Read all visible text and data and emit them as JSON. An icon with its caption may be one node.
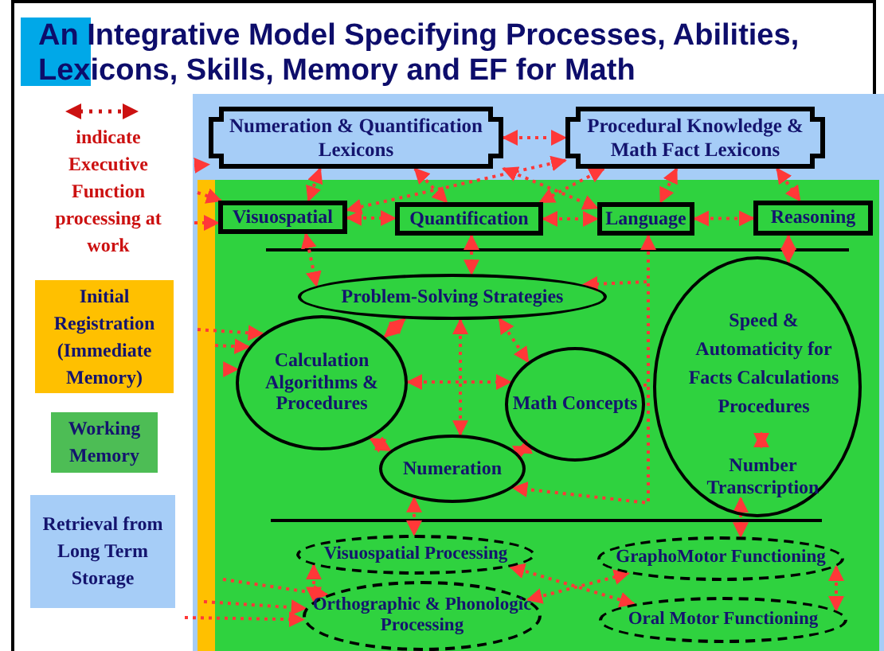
{
  "diagram": {
    "title": "An Integrative Model Specifying Processes, Abilities, Lexicons, Skills, Memory and EF for Math",
    "nodes": [
      {
        "text": [
          "Numeration & Quantification Lexicons"
        ]
      },
      {
        "text": [
          "Procedural Knowledge & Math Fact Lexicons"
        ]
      },
      {
        "text": [
          "Visuospatial"
        ]
      },
      {
        "text": [
          "Quantification"
        ]
      },
      {
        "text": [
          "Language"
        ]
      },
      {
        "text": [
          "Reasoning"
        ]
      },
      {
        "text": [
          "Problem-Solving Strategies"
        ]
      },
      {
        "text": [
          "Calculation Algorithms & Procedures"
        ]
      },
      {
        "text": [
          "Math Concepts"
        ]
      },
      {
        "text": [
          "Numeration"
        ]
      },
      {
        "text": [],
        "shape": "ellipse"
      },
      {
        "text": [
          "Speed & Automaticity for Facts Calculations Procedures"
        ],
        "in": 10
      },
      {
        "text": [
          "Number Transcription"
        ],
        "in": 10
      },
      {
        "text": [
          "Visuospatial Processing"
        ]
      },
      {
        "text": [
          "Orthographic & Phonologic Processing"
        ]
      },
      {
        "text": [
          "GraphoMotor Functioning"
        ]
      },
      {
        "text": [
          "Oral Motor Functioning"
        ]
      }
    ],
    "edges": [
      {
        "from": 0,
        "to": 1,
        "arrow": "both"
      },
      {
        "from": 0,
        "to": 2,
        "arrow": "both"
      },
      {
        "from": 0,
        "to": 3,
        "arrow": "both"
      },
      {
        "from": 0,
        "to": 4,
        "arrow": "both"
      },
      {
        "from": 1,
        "to": 2,
        "arrow": "both"
      },
      {
        "from": 1,
        "to": 3,
        "arrow": "both"
      },
      {
        "from": 1,
        "to": 4,
        "arrow": "both"
      },
      {
        "from": 1,
        "to": 5,
        "arrow": "both"
      },
      {
        "from": 2,
        "to": 3,
        "arrow": "both"
      },
      {
        "from": 3,
        "to": 4,
        "arrow": "both"
      },
      {
        "from": 4,
        "to": 5,
        "arrow": "both"
      },
      {
        "from": 2,
        "to": 6,
        "arrow": "both"
      },
      {
        "from": 3,
        "to": 6,
        "arrow": "both"
      },
      {
        "from": 4,
        "to": 6,
        "arrow": "both"
      },
      {
        "from": 4,
        "to": 8,
        "arrow": "none"
      },
      {
        "from": 4,
        "to": 9,
        "arrow": "to"
      },
      {
        "from": 5,
        "to": 10,
        "arrow": "both"
      },
      {
        "from": 6,
        "to": 7,
        "arrow": "both"
      },
      {
        "from": 6,
        "to": 8,
        "arrow": "both"
      },
      {
        "from": 6,
        "to": 9,
        "arrow": "both"
      },
      {
        "from": 7,
        "to": 8,
        "arrow": "both"
      },
      {
        "from": 7,
        "to": 9,
        "arrow": "both"
      },
      {
        "from": 8,
        "to": 9,
        "arrow": "both"
      },
      {
        "from": 11,
        "to": 12,
        "arrow": "both"
      },
      {
        "from": 9,
        "to": 13,
        "arrow": "both"
      },
      {
        "from": 12,
        "to": 15,
        "arrow": "both"
      },
      {
        "from": 13,
        "to": 14,
        "arrow": "both"
      },
      {
        "from": 13,
        "to": 16,
        "arrow": "both"
      },
      {
        "from": 14,
        "to": 15,
        "arrow": "both"
      },
      {
        "from": 15,
        "to": 16,
        "arrow": "both"
      },
      {
        "from": null,
        "to": 0,
        "arrow": "to"
      },
      {
        "from": null,
        "to": 2,
        "arrow": "to"
      },
      {
        "from": null,
        "to": 2,
        "arrow": "to"
      },
      {
        "from": null,
        "to": 7,
        "arrow": "to"
      },
      {
        "from": null,
        "to": 7,
        "arrow": "to"
      },
      {
        "from": null,
        "to": 7,
        "arrow": "to"
      },
      {
        "from": null,
        "to": 14,
        "arrow": "to"
      },
      {
        "from": null,
        "to": 14,
        "arrow": "to"
      },
      {
        "from": null,
        "to": 14,
        "arrow": "to"
      }
    ],
    "legend": [
      {
        "text": "indicate Executive Function processing at work"
      },
      {
        "text": "Initial Registration (Immediate Memory)",
        "color": "#ffc000"
      },
      {
        "text": "Working Memory",
        "color": "#4dbd55"
      },
      {
        "text": "Retrieval from Long Term Storage",
        "color": "#a6cdf7"
      }
    ]
  }
}
